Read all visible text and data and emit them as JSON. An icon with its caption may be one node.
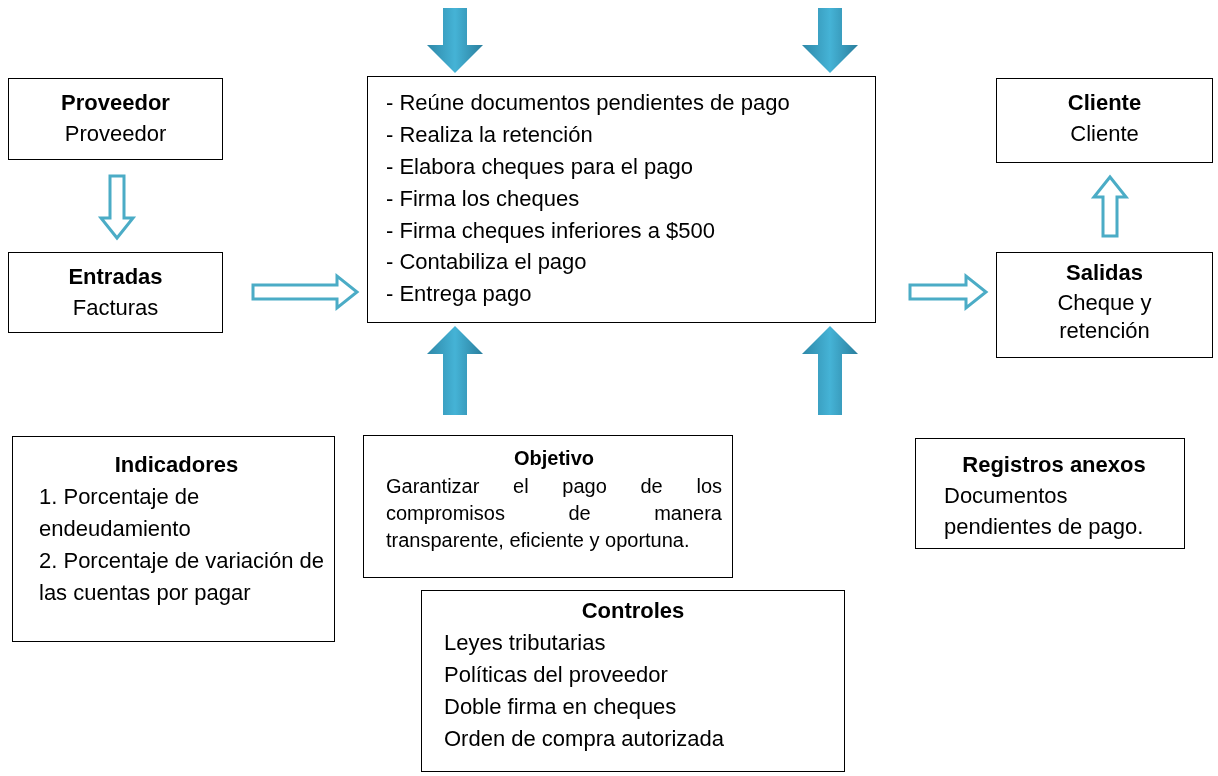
{
  "diagram": {
    "nodes": [
      {
        "text": [
          "Proveedor",
          "Proveedor"
        ]
      },
      {
        "text": [
          "Entradas",
          "Facturas"
        ]
      },
      {
        "text": [
          "- Reúne documentos pendientes de pago",
          "- Realiza la retención",
          "- Elabora cheques para el pago",
          "- Firma los cheques",
          "- Firma cheques inferiores a $500",
          "- Contabiliza el pago",
          "- Entrega pago"
        ]
      },
      {
        "text": [
          "Cliente",
          "Cliente"
        ]
      },
      {
        "text": [
          "Salidas",
          "Cheque y retención"
        ]
      },
      {
        "text": [
          "Indicadores",
          "1. Porcentaje de endeudamiento",
          "2. Porcentaje de variación de las cuentas por pagar"
        ]
      },
      {
        "text": [
          "Objetivo",
          "Garantizar el pago de los compromisos de manera transparente, eficiente y oportuna."
        ]
      },
      {
        "text": [
          "Registros anexos",
          "Documentos pendientes de pago."
        ]
      },
      {
        "text": [
          "Controles",
          "Leyes tributarias",
          "Políticas del proveedor",
          "Doble firma en cheques",
          "Orden de compra autorizada"
        ]
      }
    ],
    "edges": [
      {
        "from": 0,
        "to": 1,
        "arrow": "to"
      },
      {
        "from": 1,
        "to": 2,
        "arrow": "to"
      },
      {
        "from": 2,
        "to": 4,
        "arrow": "to"
      },
      {
        "from": 4,
        "to": 3,
        "arrow": "to"
      },
      {
        "from": null,
        "to": 2,
        "arrow": "to",
        "style": "thick"
      },
      {
        "from": null,
        "to": 2,
        "arrow": "to",
        "style": "thick"
      },
      {
        "from": null,
        "to": 2,
        "arrow": "to",
        "style": "thick"
      },
      {
        "from": null,
        "to": 2,
        "arrow": "to",
        "style": "thick"
      }
    ]
  }
}
